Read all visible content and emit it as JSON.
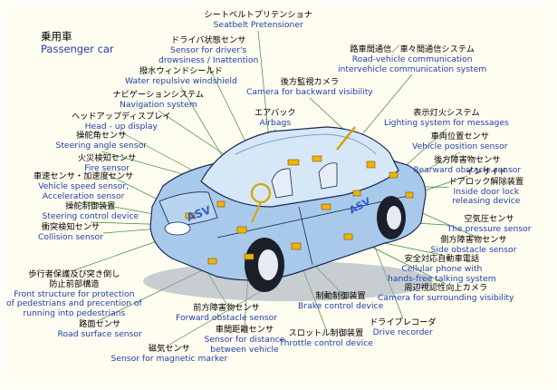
{
  "title": {
    "jp": "乗用車",
    "en": "Passenger car"
  },
  "badge_text": "ASV",
  "labels": [
    {
      "id": "seatbelt",
      "jp": "シートベルトプリテンショナ",
      "en": [
        "Seatbelt Pretensioner"
      ]
    },
    {
      "id": "driver-state",
      "jp": "ドライバ状態センサ",
      "en": [
        "Sensor for driver's",
        "drowsiness / Inattention"
      ]
    },
    {
      "id": "road-vehicle",
      "jp": "路車間通信／車々間通信システム",
      "en": [
        "Road-vehicle communication",
        "intervehicle communication system"
      ]
    },
    {
      "id": "water-shield",
      "jp": "撥水ウィンドシールド",
      "en": [
        "Water repulsive windshield"
      ]
    },
    {
      "id": "rear-camera",
      "jp": "後方監視カメラ",
      "en": [
        "Camera for backward visibility"
      ]
    },
    {
      "id": "navigation",
      "jp": "ナビゲーションシステム",
      "en": [
        "Navigation system"
      ]
    },
    {
      "id": "airbags",
      "jp": "エアバック",
      "en": [
        "Airbags"
      ]
    },
    {
      "id": "lighting",
      "jp": "表示灯火システム",
      "en": [
        "Lighting system for messages"
      ]
    },
    {
      "id": "hud",
      "jp": "ヘッドアップディスプレイ",
      "en": [
        "Head - up display"
      ]
    },
    {
      "id": "vehicle-position",
      "jp": "車両位置センサ",
      "en": [
        "Vehicle position sensor"
      ]
    },
    {
      "id": "steering-angle",
      "jp": "操舵角センサ",
      "en": [
        "Steering angle sensor"
      ]
    },
    {
      "id": "fire",
      "jp": "火災検知センサ",
      "en": [
        "Fire sensor"
      ]
    },
    {
      "id": "rearward-obstacle",
      "jp": "後方障害物センサ",
      "en": [
        "Rearward obstacle sensor"
      ]
    },
    {
      "id": "speed-accel",
      "jp": "車速センサ・加速度センサ",
      "en": [
        "Vehicle speed sensor,",
        "Acceleration sensor"
      ]
    },
    {
      "id": "door-lock",
      "jp": "インサイド\nドアロック解除装置",
      "en": [
        "Inside door lock",
        "releasing device"
      ]
    },
    {
      "id": "steering-control",
      "jp": "操舵制御装置",
      "en": [
        "Steering control device"
      ]
    },
    {
      "id": "pressure",
      "jp": "空気圧センサ",
      "en": [
        "The pressure sensor"
      ]
    },
    {
      "id": "collision",
      "jp": "衝突検知センサ",
      "en": [
        "Collision sensor"
      ]
    },
    {
      "id": "side-obstacle",
      "jp": "側方障害物センサ",
      "en": [
        "Side obstacle sensor"
      ]
    },
    {
      "id": "cellular",
      "jp": "安全対応自動車電話",
      "en": [
        "Cellular phone with",
        "hands-free talking system"
      ]
    },
    {
      "id": "pedestrian",
      "jp": "歩行者保護及び突き倒し\n防止前部構造",
      "en": [
        "Front structure for protection",
        "of pedestrians and precention of",
        "running into pedestrians"
      ]
    },
    {
      "id": "surround-camera",
      "jp": "周辺視認性向上カメラ",
      "en": [
        "Camera for surrounding visibility"
      ]
    },
    {
      "id": "brake",
      "jp": "制動制御装置",
      "en": [
        "Brake control device"
      ]
    },
    {
      "id": "forward-obstacle",
      "jp": "前方障害物センサ",
      "en": [
        "Forward obstacle sensor"
      ]
    },
    {
      "id": "drive-recorder",
      "jp": "ドライブレコーダ",
      "en": [
        "Drive recorder"
      ]
    },
    {
      "id": "road-surface",
      "jp": "路面センサ",
      "en": [
        "Road surface sensor"
      ]
    },
    {
      "id": "distance",
      "jp": "車間距離センサ",
      "en": [
        "Sensor for distance",
        "between vehicle"
      ]
    },
    {
      "id": "throttle",
      "jp": "スロットル制御装置",
      "en": [
        "Throttle control device"
      ]
    },
    {
      "id": "magnetic",
      "jp": "磁気センサ",
      "en": [
        "Sensor for magnetic marker"
      ]
    }
  ]
}
